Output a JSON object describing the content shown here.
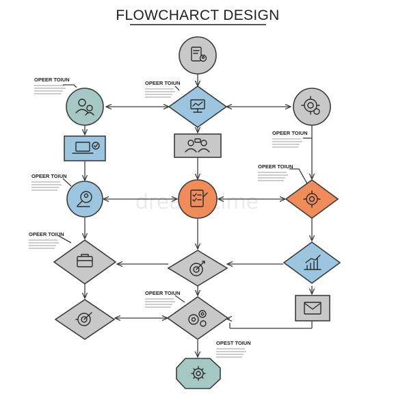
{
  "title": "FLOWCHARCT DESIGN",
  "watermark": "dreamstime",
  "colors": {
    "gray": "#c8c8c8",
    "blue": "#9cc6e0",
    "teal": "#a6c8c4",
    "orange": "#f08c5a",
    "line": "#3a3a3a"
  },
  "annotations": [
    {
      "id": "a1",
      "title": "OPEER TOIUN"
    },
    {
      "id": "a2",
      "title": "OPEER TOIUN"
    },
    {
      "id": "a3",
      "title": "OPEER TOIUN"
    },
    {
      "id": "a4",
      "title": "OPEER TOIUN"
    },
    {
      "id": "a5",
      "title": "OPEER TOIUN"
    },
    {
      "id": "a6",
      "title": "OPEER TOIUN"
    },
    {
      "id": "a7",
      "title": "OPEER TOIUN"
    },
    {
      "id": "a8",
      "title": "OPEST TOIUN"
    }
  ],
  "nodes": [
    {
      "id": "top-document",
      "shape": "circle",
      "color": "gray",
      "icon": "document-user-icon"
    },
    {
      "id": "left-users",
      "shape": "circle",
      "color": "teal",
      "icon": "users-icon"
    },
    {
      "id": "center-diamond",
      "shape": "diamond",
      "color": "blue",
      "icon": "monitor-chart-icon"
    },
    {
      "id": "right-gear-circle",
      "shape": "circle",
      "color": "gray",
      "icon": "gear-dollar-icon"
    },
    {
      "id": "left-laptop",
      "shape": "rect",
      "color": "blue",
      "icon": "laptop-check-icon"
    },
    {
      "id": "center-meeting",
      "shape": "rect",
      "color": "gray",
      "icon": "meeting-people-icon"
    },
    {
      "id": "left-search",
      "shape": "circle",
      "color": "blue",
      "icon": "search-user-icon"
    },
    {
      "id": "center-checklist",
      "shape": "circle",
      "color": "orange",
      "icon": "checklist-icon"
    },
    {
      "id": "right-orange-diamond",
      "shape": "diamond",
      "color": "orange",
      "icon": "gear-dollar-icon"
    },
    {
      "id": "left-briefcase",
      "shape": "diamond",
      "color": "gray",
      "icon": "briefcase-icon"
    },
    {
      "id": "center-target",
      "shape": "diamond",
      "color": "gray",
      "icon": "target-icon"
    },
    {
      "id": "right-growth",
      "shape": "diamond",
      "color": "blue",
      "icon": "bar-chart-growth-icon"
    },
    {
      "id": "right-mail",
      "shape": "rect",
      "color": "gray",
      "icon": "envelope-icon"
    },
    {
      "id": "left-goal",
      "shape": "diamond",
      "color": "gray",
      "icon": "target-gear-icon"
    },
    {
      "id": "center-gears",
      "shape": "diamond",
      "color": "gray",
      "icon": "gears-dollar-icon"
    },
    {
      "id": "bottom-end",
      "shape": "octagon",
      "color": "teal",
      "icon": "gear-icon"
    }
  ]
}
